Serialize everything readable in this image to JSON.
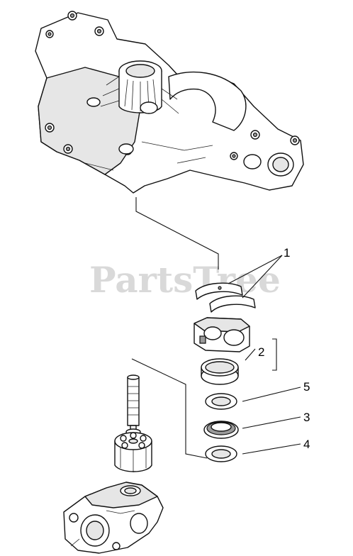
{
  "watermark": "PartsTree",
  "callouts": [
    {
      "id": "1",
      "label": "1"
    },
    {
      "id": "2",
      "label": "2"
    },
    {
      "id": "5",
      "label": "5"
    },
    {
      "id": "3",
      "label": "3"
    },
    {
      "id": "4",
      "label": "4"
    }
  ]
}
